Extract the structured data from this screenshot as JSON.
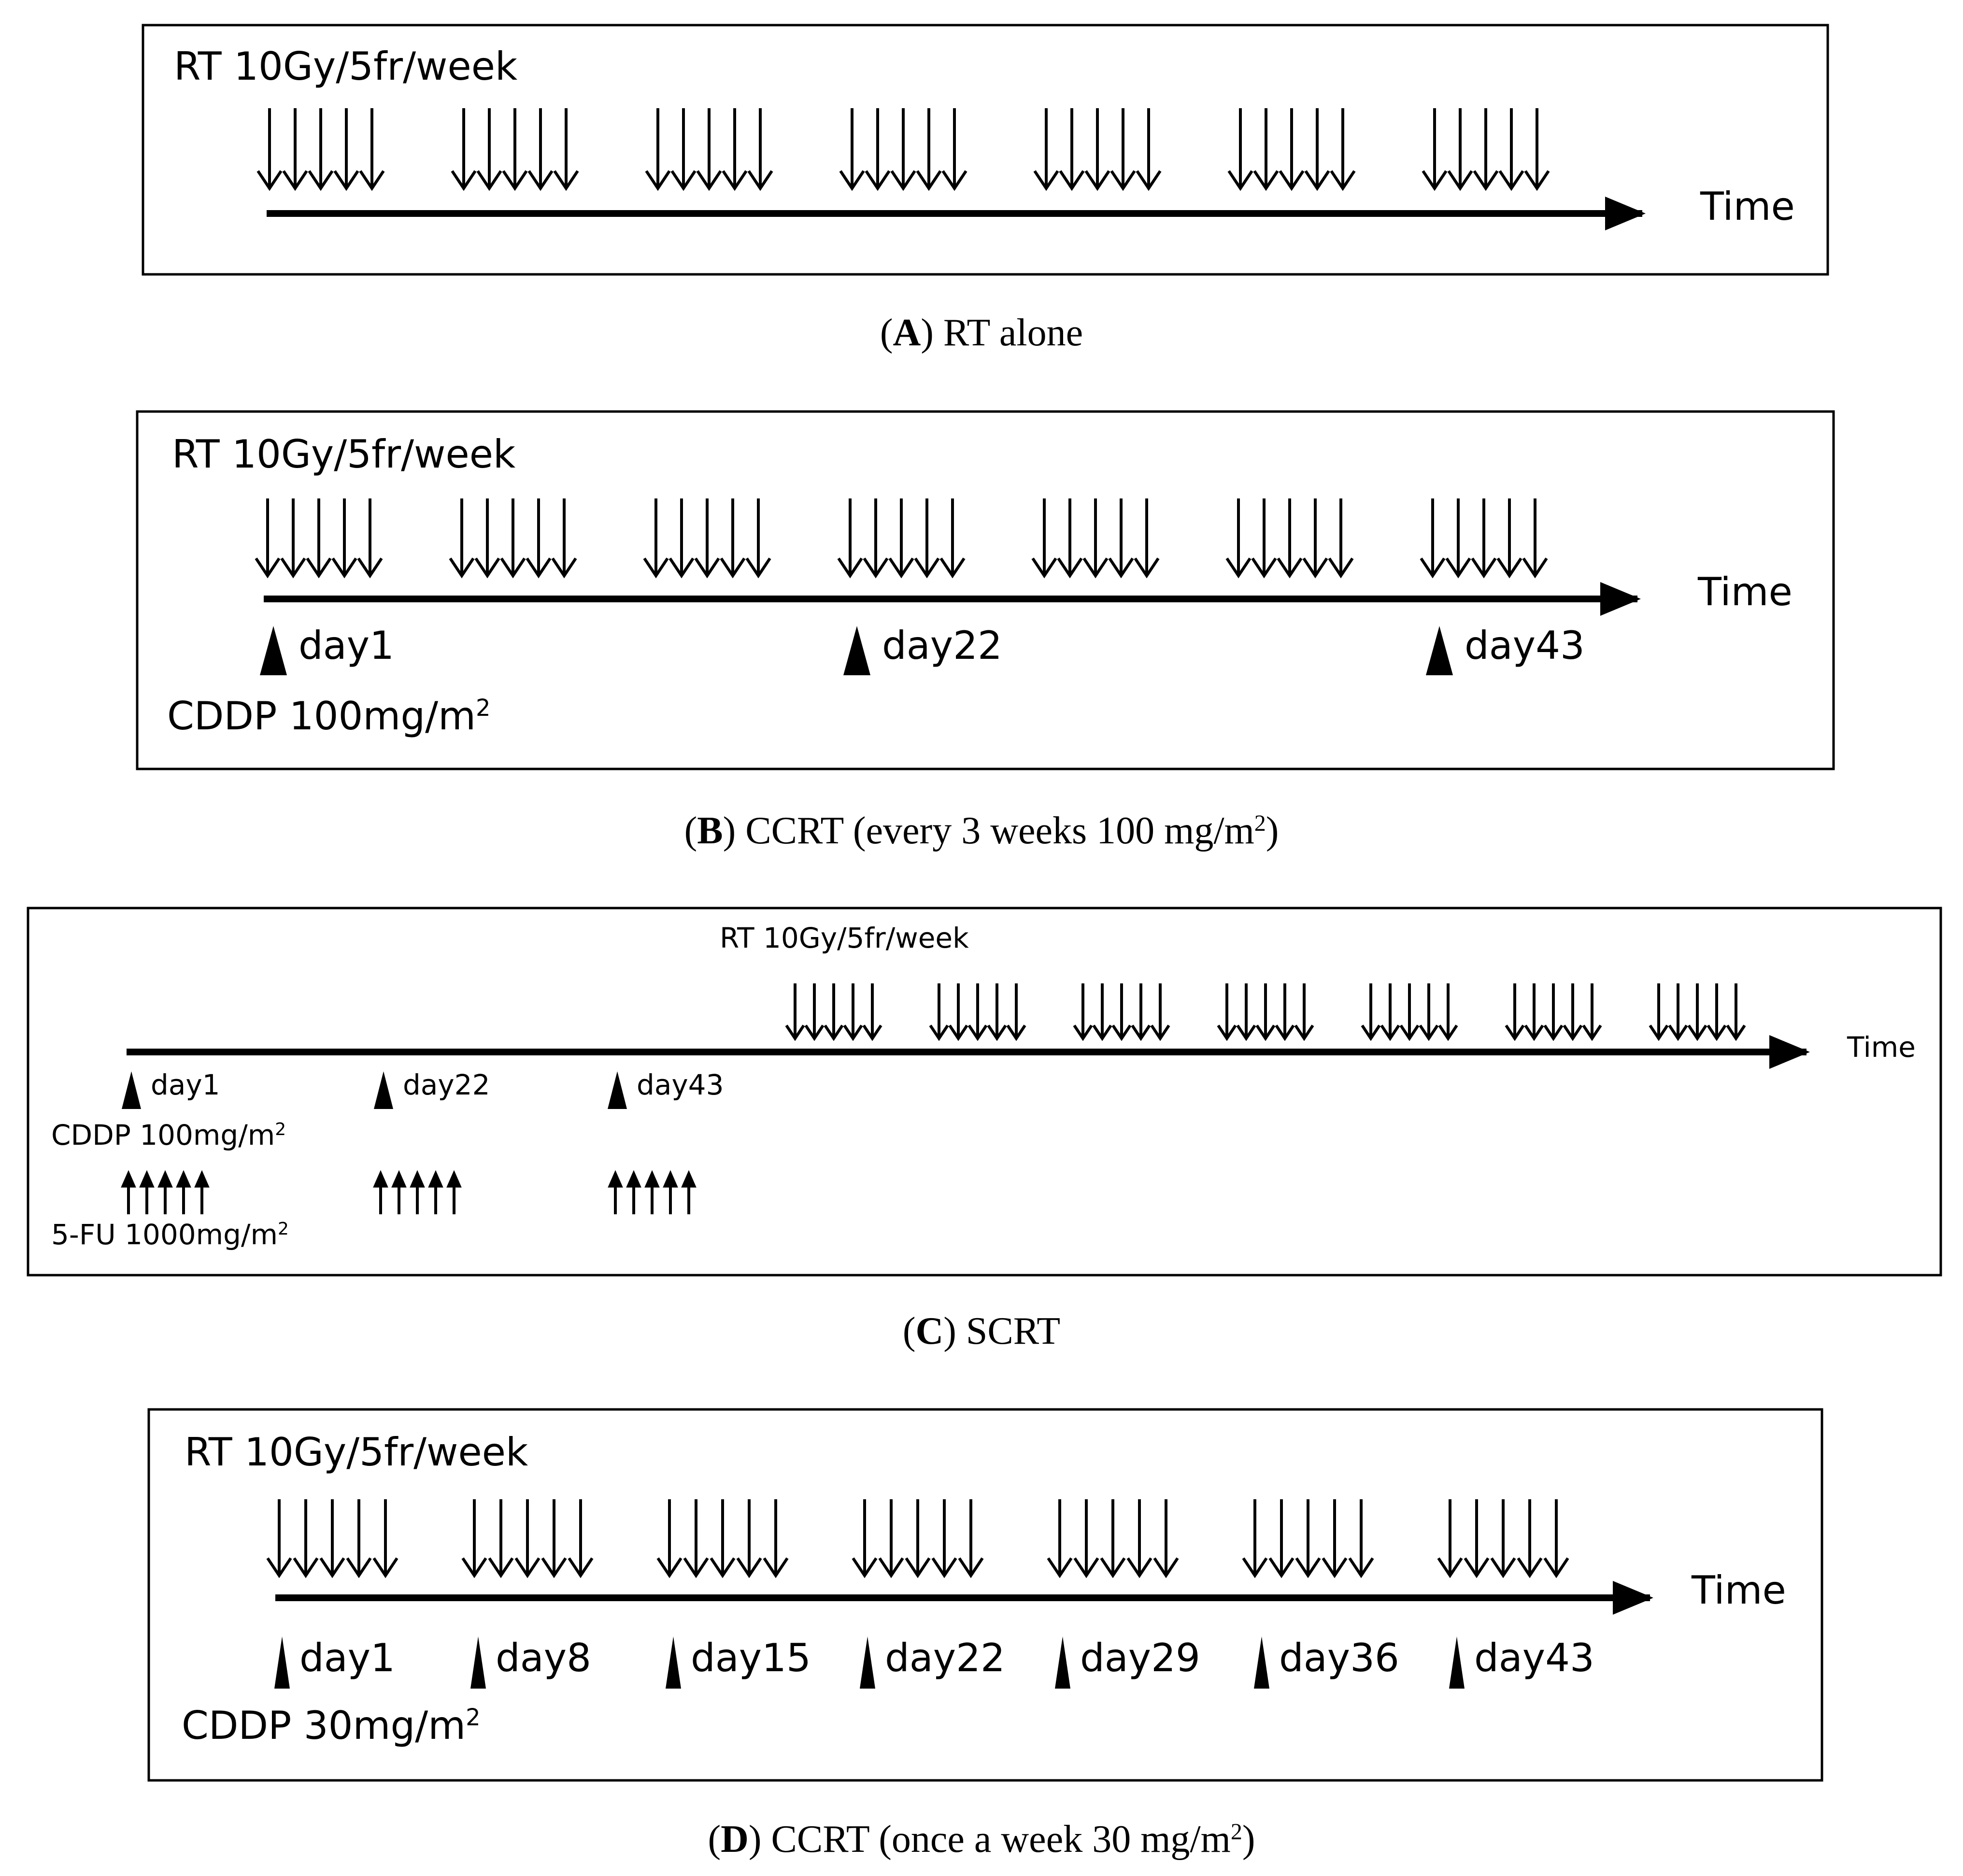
{
  "colors": {
    "ink": "#000000",
    "background": "#ffffff"
  },
  "panels": [
    {
      "id": "A",
      "rt_label": "RT 10Gy/5fr/week",
      "time_label": "Time",
      "rt_weeks": 7,
      "rt_fractions_per_week": 5,
      "cddp_label": "",
      "dose_days": [],
      "fu_label": "",
      "caption_letter": "A",
      "caption_text": " RT alone",
      "caption_sup": ""
    },
    {
      "id": "B",
      "rt_label": "RT 10Gy/5fr/week",
      "time_label": "Time",
      "rt_weeks": 7,
      "rt_fractions_per_week": 5,
      "cddp_label": "CDDP 100mg/m",
      "cddp_sup": "2",
      "dose_days": [
        "day1",
        "day22",
        "day43"
      ],
      "fu_label": "",
      "caption_letter": "B",
      "caption_text": " CCRT (every 3 weeks 100 mg/m",
      "caption_sup": "2",
      "caption_tail": ")"
    },
    {
      "id": "C",
      "rt_label": "RT 10Gy/5fr/week",
      "time_label": "Time",
      "rt_weeks": 7,
      "rt_fractions_per_week": 5,
      "cddp_label": "CDDP 100mg/m",
      "cddp_sup": "2",
      "dose_days": [
        "day1",
        "day22",
        "day43"
      ],
      "fu_label": "5-FU 1000mg/m",
      "fu_sup": "2",
      "fu_days_per_cycle": 5,
      "caption_letter": "C",
      "caption_text": " SCRT",
      "caption_sup": ""
    },
    {
      "id": "D",
      "rt_label": "RT 10Gy/5fr/week",
      "time_label": "Time",
      "rt_weeks": 7,
      "rt_fractions_per_week": 5,
      "cddp_label": "CDDP 30mg/m",
      "cddp_sup": "2",
      "dose_days": [
        "day1",
        "day8",
        "day15",
        "day22",
        "day29",
        "day36",
        "day43"
      ],
      "fu_label": "",
      "caption_letter": "D",
      "caption_text": " CCRT (once a week 30 mg/m",
      "caption_sup": "2",
      "caption_tail": ")"
    }
  ]
}
